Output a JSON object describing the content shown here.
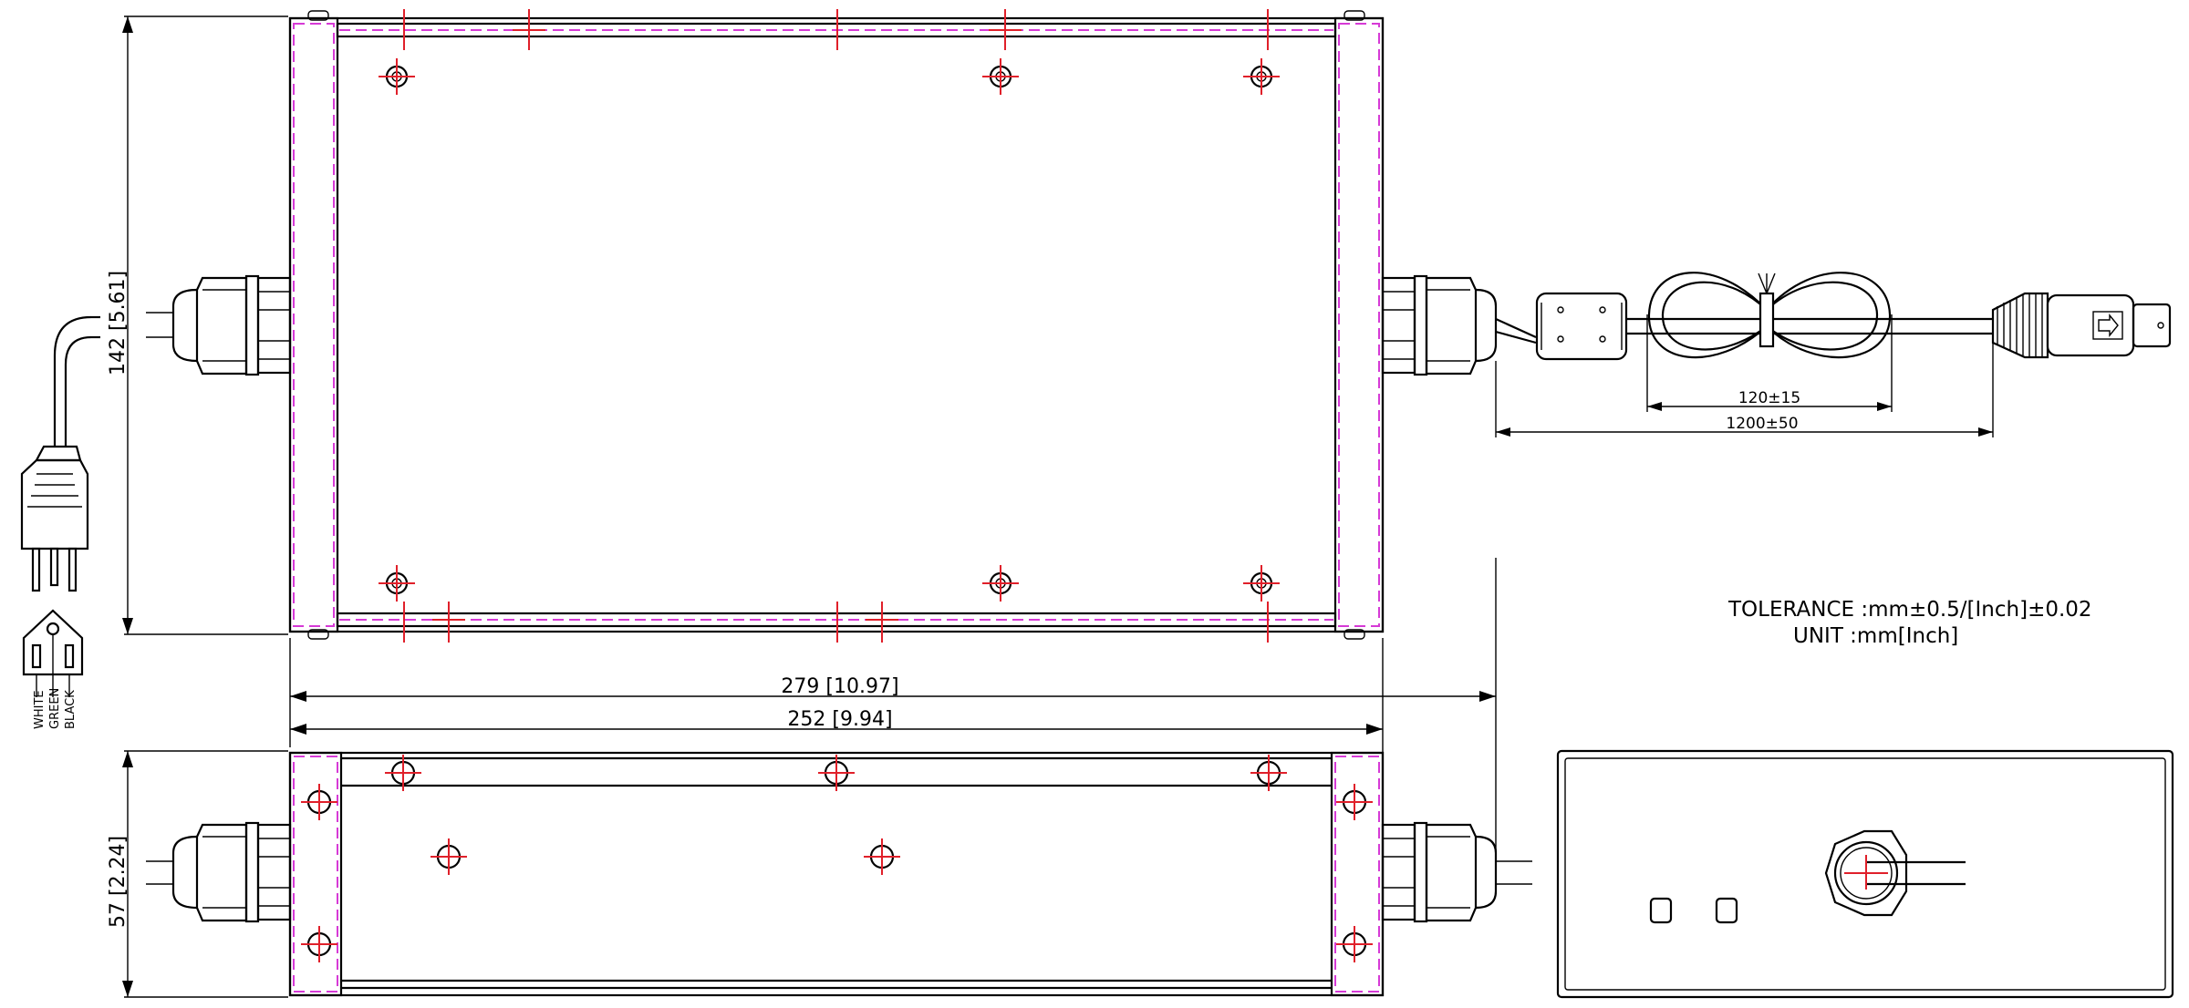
{
  "dimensions": {
    "height_top": "142 [5.61]",
    "height_side": "57 [2.24]",
    "length_overall": "279 [10.97]",
    "length_body": "252 [9.94]",
    "loop": "120±15",
    "cable": "1200±50"
  },
  "notes": {
    "tolerance": "TOLERANCE :mm±0.5/[Inch]±0.02",
    "unit": "UNIT :mm[Inch]"
  },
  "wires": {
    "white": "WHITE",
    "green": "GREEN",
    "black": "BLACK"
  },
  "colors": {
    "outline": "#000000",
    "hidden_line": "#d63ad6",
    "center_mark": "#e0202a"
  }
}
